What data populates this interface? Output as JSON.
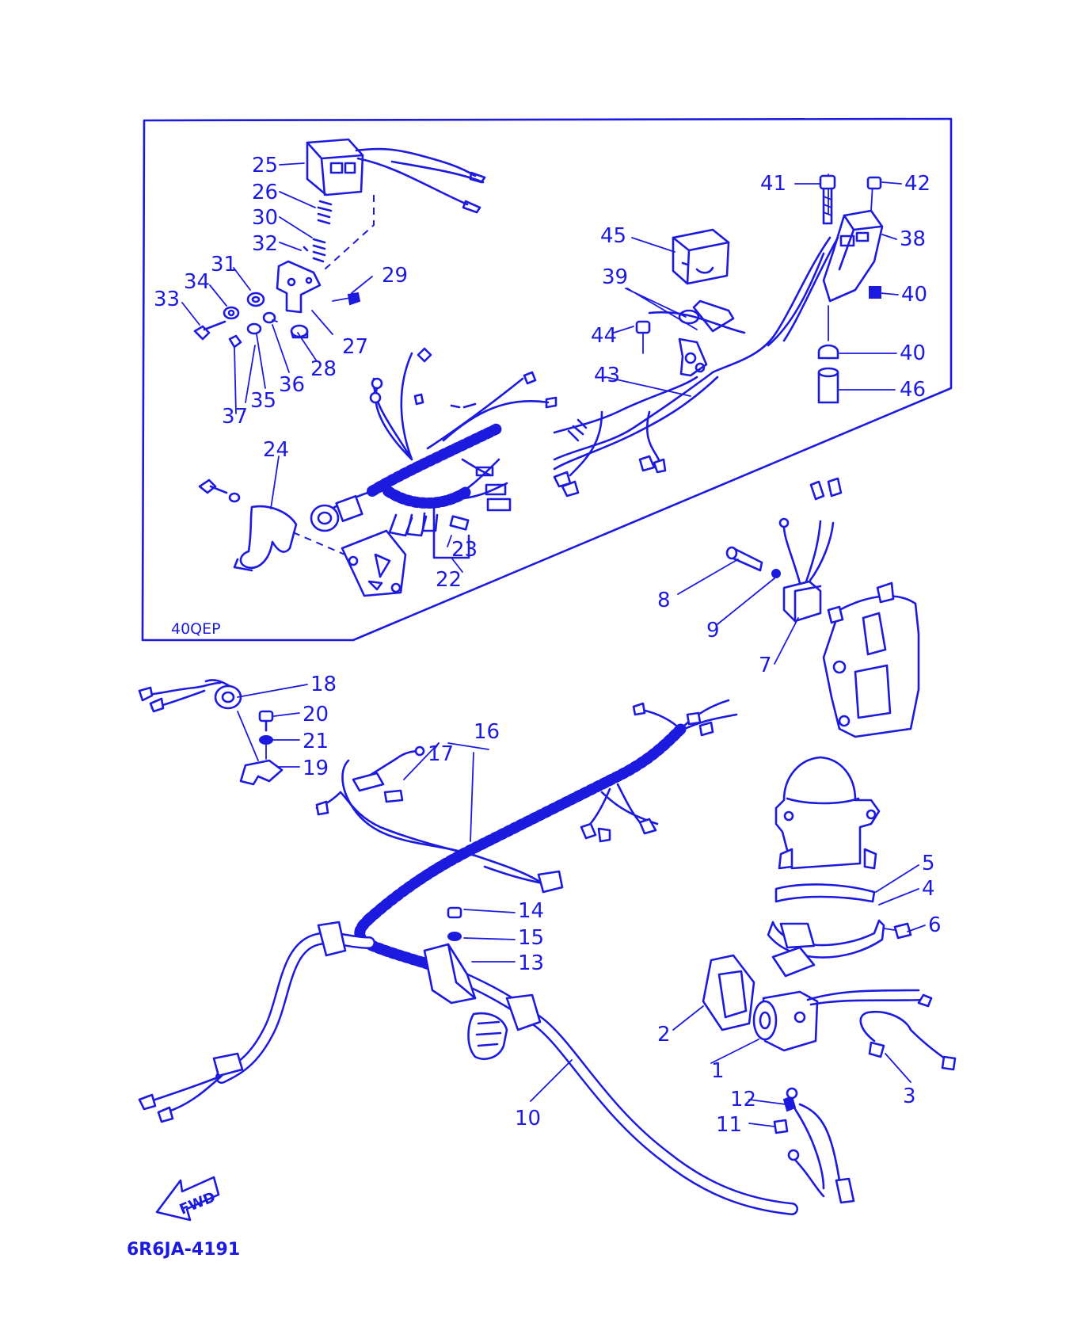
{
  "diagram": {
    "ink_color": "#1d1ae0",
    "background": "#ffffff",
    "inset_label": "40QEP",
    "drawing_code": "6R6JA-4191",
    "fwd_label": "FWD",
    "callouts": [
      "1",
      "2",
      "3",
      "4",
      "5",
      "6",
      "7",
      "8",
      "9",
      "10",
      "11",
      "12",
      "13",
      "14",
      "15",
      "16",
      "17",
      "18",
      "19",
      "20",
      "21",
      "22",
      "23",
      "24",
      "25",
      "26",
      "27",
      "28",
      "29",
      "30",
      "31",
      "32",
      "33",
      "34",
      "35",
      "36",
      "37",
      "38",
      "39",
      "40",
      "40",
      "41",
      "42",
      "43",
      "44",
      "45",
      "46"
    ]
  }
}
